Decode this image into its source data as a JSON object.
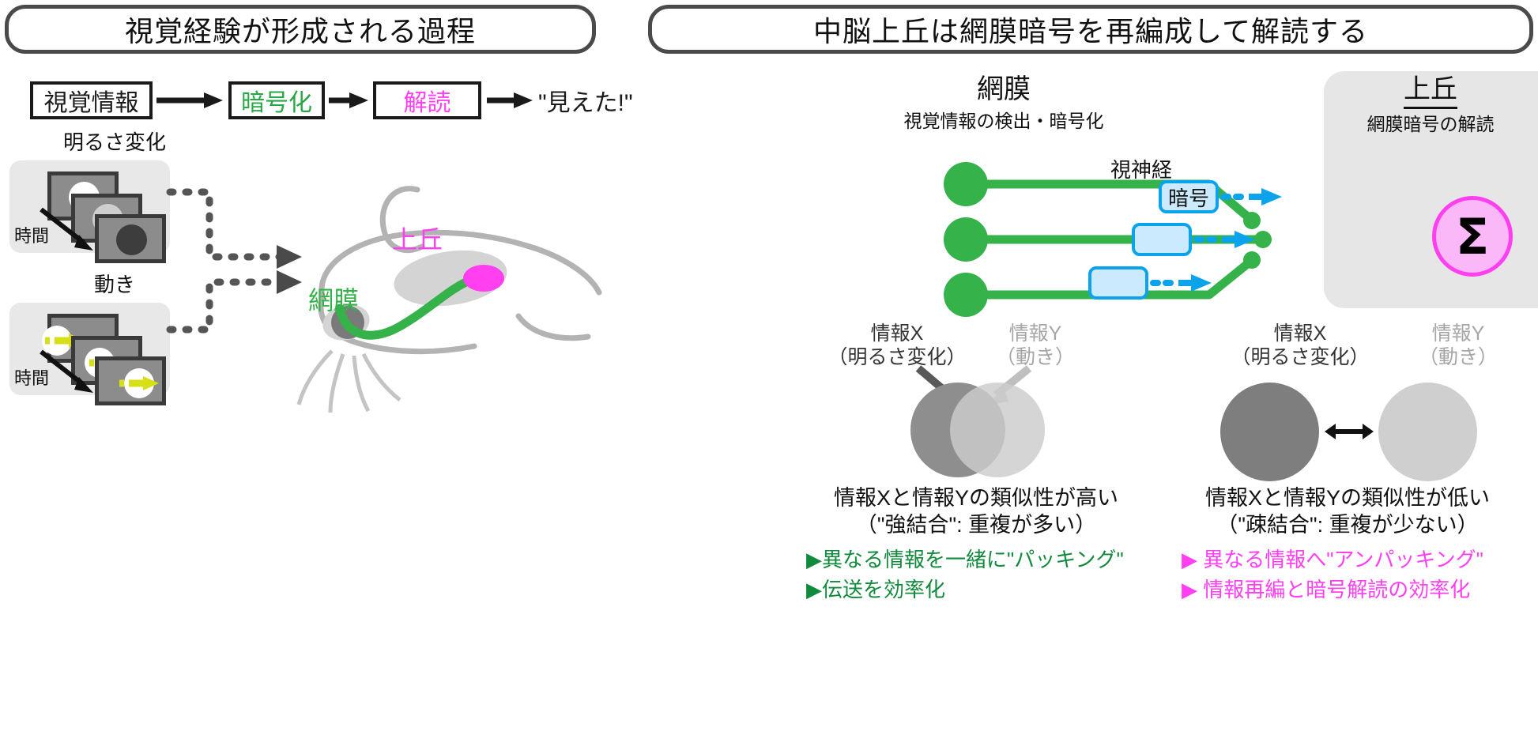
{
  "left_panel": {
    "title": "視覚経験が形成される過程",
    "flow": [
      {
        "label": "視覚情報",
        "color": "#111111"
      },
      {
        "label": "暗号化",
        "color": "#28a745"
      },
      {
        "label": "解読",
        "color": "#ff3ff0"
      }
    ],
    "flow_end": "\"見えた!\"",
    "stimuli": [
      {
        "label": "明るさ変化",
        "time_label": "時間"
      },
      {
        "label": "動き",
        "time_label": "時間"
      }
    ],
    "mouse": {
      "retina_label": "網膜",
      "colliculus_label": "上丘"
    }
  },
  "right_panel": {
    "title": "中脳上丘は網膜暗号を再編成して解読する",
    "retina": {
      "heading": "網膜",
      "sub": "視覚情報の検出・暗号化"
    },
    "colliculus": {
      "heading": "上丘",
      "sub": "網膜暗号の解読"
    },
    "nerve_label": "視神経",
    "code_boxes": [
      {
        "label": "暗号"
      },
      {
        "label": ""
      },
      {
        "label": ""
      }
    ],
    "sigma_symbol": "Σ",
    "comparison": [
      {
        "info_x": "情報X",
        "info_x_sub": "（明るさ変化）",
        "info_y": "情報Y",
        "info_y_sub": "（動き）",
        "caption_line1": "情報Xと情報Yの類似性が高い",
        "caption_line2": "（\"強結合\": 重複が多い）",
        "bullets": [
          "▶異なる情報を一緒に\"パッキング\"",
          "▶伝送を効率化"
        ],
        "bullet_color": "#128a3d",
        "overlap": "high"
      },
      {
        "info_x": "情報X",
        "info_x_sub": "（明るさ変化）",
        "info_y": "情報Y",
        "info_y_sub": "（動き）",
        "caption_line1": "情報Xと情報Yの類似性が低い",
        "caption_line2": "（\"疎結合\": 重複が少ない）",
        "bullets": [
          "▶ 異なる情報へ\"アンパッキング\"",
          "▶ 情報再編と暗号解読の効率化"
        ],
        "bullet_color": "#ff3ff0",
        "overlap": "low"
      }
    ]
  },
  "colors": {
    "green": "#35b24a",
    "magenta": "#ff3ff0",
    "blue": "#0aa3ec",
    "blue_fill": "#cbeafd",
    "gray_panel": "#e6e6e6",
    "dark_gray": "#808080",
    "light_gray": "#cccccc",
    "yellow": "#d7e017"
  }
}
